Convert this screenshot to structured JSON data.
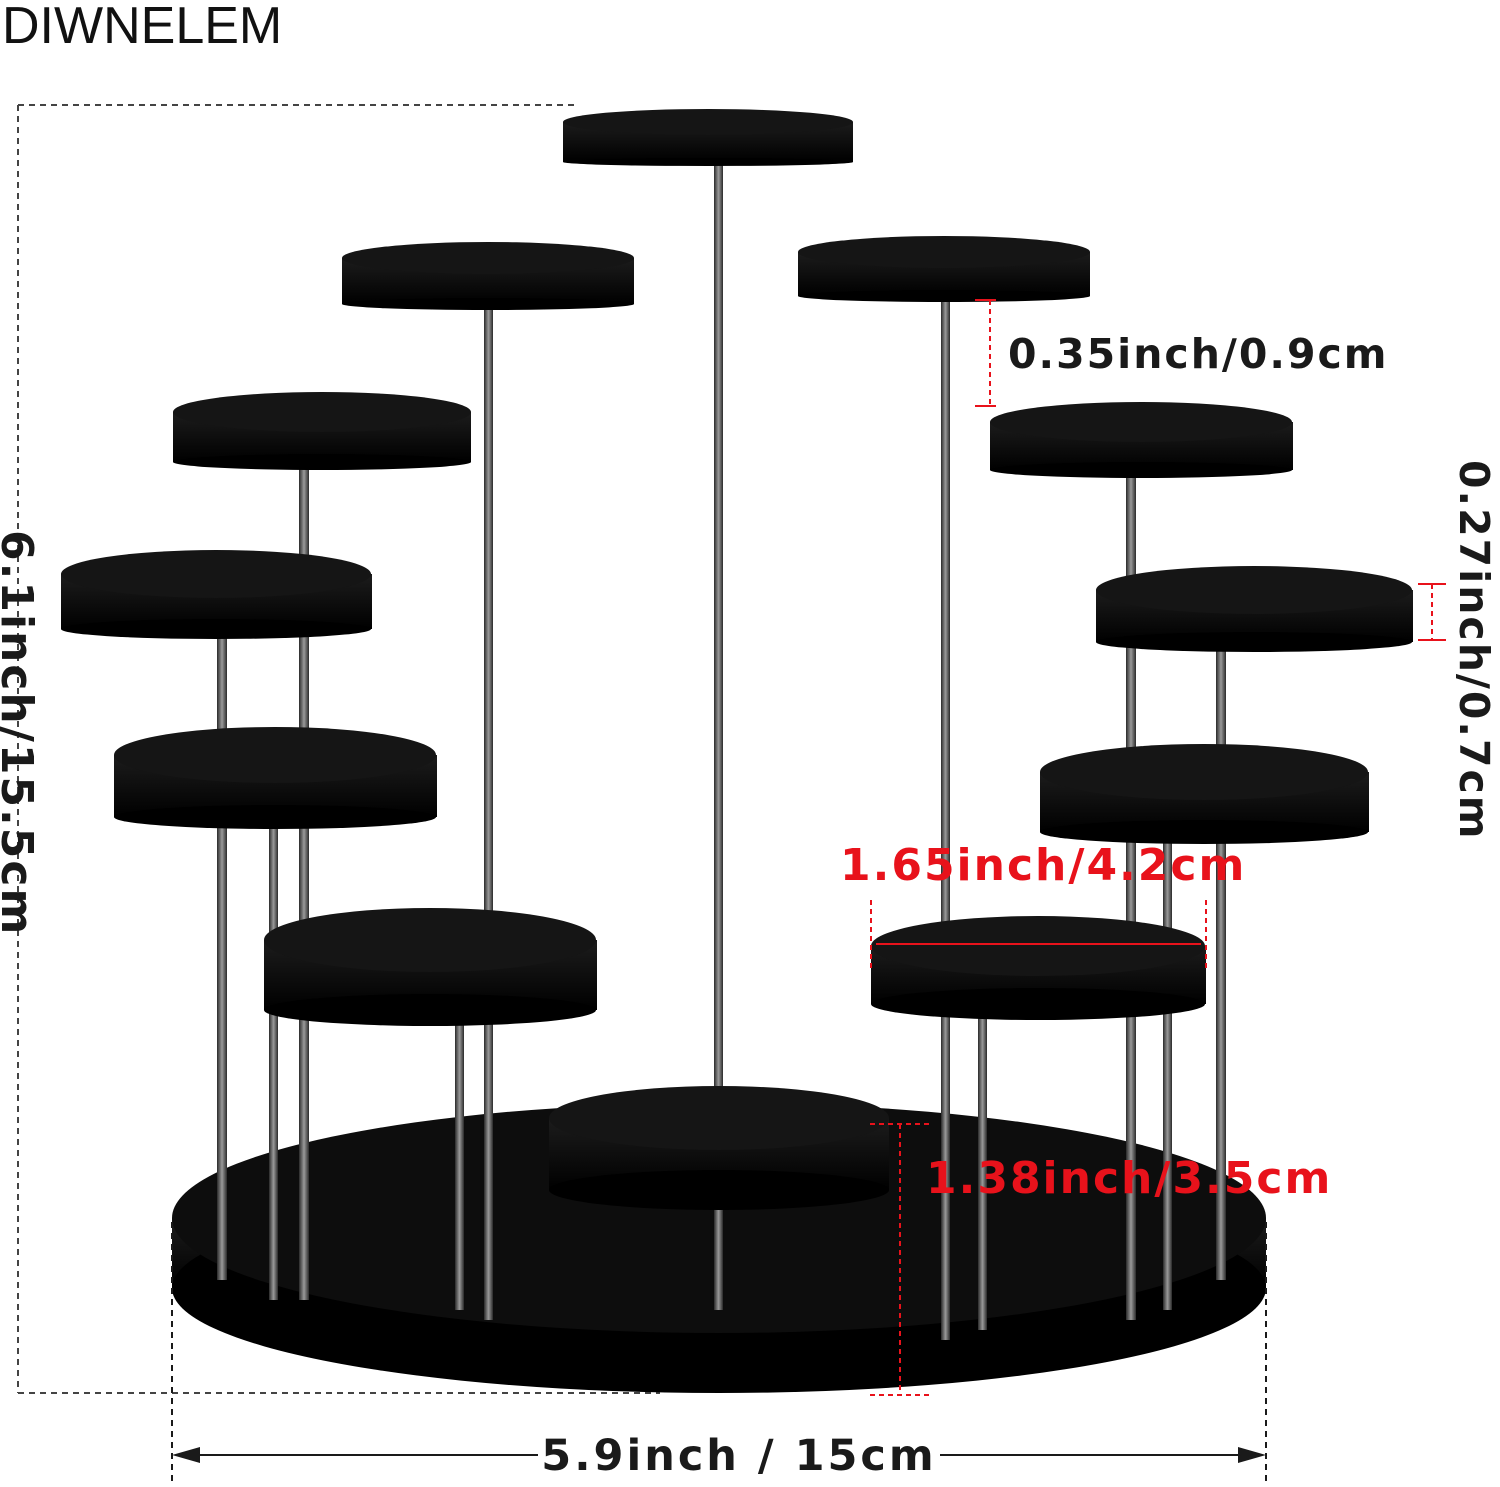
{
  "brand": "DIWNELEM",
  "dimensions": {
    "total_height": "6.1inch/15.5cm",
    "total_width": "5.9inch / 15cm",
    "tier_gap": "0.35inch/0.9cm",
    "plate_thickness": "0.27inch/0.7cm",
    "plate_diameter": "1.65inch/4.2cm",
    "lowest_tier_height": "1.38inch/3.5cm"
  },
  "colors": {
    "plate": "#0a0a0a",
    "rod": "#5a5a5a",
    "dimension_black": "#1a1a1a",
    "dimension_red": "#e8121b",
    "background": "#ffffff"
  },
  "product": {
    "name": "acrylic-tiered-display-stand",
    "plate_count": 13,
    "base_shape": "round"
  }
}
